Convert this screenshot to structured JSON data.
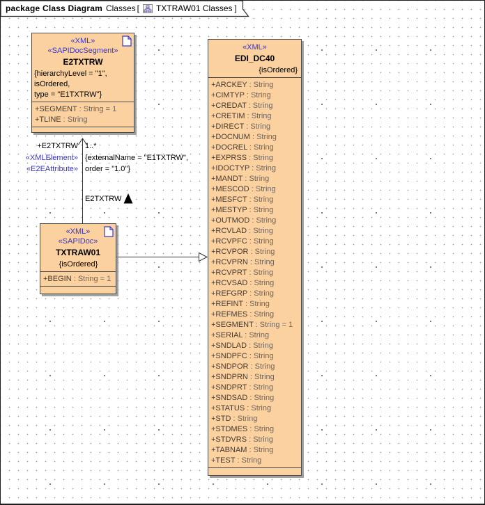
{
  "tab": {
    "kind_label": "package Class Diagram",
    "context_label": "Classes",
    "open_bracket": "[",
    "diagram_name": "TXTRAW01 Classes",
    "close_bracket": "]"
  },
  "colors": {
    "class_fill": "#fbd1a0",
    "class_border": "#4a4a4a",
    "stereotype_text": "#3a35c8",
    "attribute_name_text": "#463a30",
    "attribute_type_text": "#6f655c",
    "edge_line": "#333333"
  },
  "classes": {
    "e2txtrw": {
      "stereotypes": [
        "«XML»",
        "«SAPIDocSegment»"
      ],
      "name": "E2TXTRW",
      "constraint_lines": [
        "{hierarchyLevel = \"1\",",
        "isOrdered,",
        "type = \"E1TXTRW\"}"
      ],
      "attributes": [
        {
          "name": "+SEGMENT",
          "type": " : String = 1"
        },
        {
          "name": "+TLINE",
          "type": " : String"
        }
      ]
    },
    "txtraw01": {
      "stereotypes": [
        "«XML»",
        "«SAPIDoc»"
      ],
      "name": "TXTRAW01",
      "constraint_lines": [
        "{isOrdered}"
      ],
      "attributes": [
        {
          "name": "+BEGIN",
          "type": " : String = 1"
        }
      ]
    },
    "edi_dc40": {
      "stereotypes": [
        "«XML»"
      ],
      "name": "EDI_DC40",
      "constraint_lines": [
        "{isOrdered}"
      ],
      "attributes": [
        {
          "name": "+ARCKEY",
          "type": " : String"
        },
        {
          "name": "+CIMTYP",
          "type": " : String"
        },
        {
          "name": "+CREDAT",
          "type": " : String"
        },
        {
          "name": "+CRETIM",
          "type": " : String"
        },
        {
          "name": "+DIRECT",
          "type": " : String"
        },
        {
          "name": "+DOCNUM",
          "type": " : String"
        },
        {
          "name": "+DOCREL",
          "type": " : String"
        },
        {
          "name": "+EXPRSS",
          "type": " : String"
        },
        {
          "name": "+IDOCTYP",
          "type": " : String"
        },
        {
          "name": "+MANDT",
          "type": " : String"
        },
        {
          "name": "+MESCOD",
          "type": " : String"
        },
        {
          "name": "+MESFCT",
          "type": " : String"
        },
        {
          "name": "+MESTYP",
          "type": " : String"
        },
        {
          "name": "+OUTMOD",
          "type": " : String"
        },
        {
          "name": "+RCVLAD",
          "type": " : String"
        },
        {
          "name": "+RCVPFC",
          "type": " : String"
        },
        {
          "name": "+RCVPOR",
          "type": " : String"
        },
        {
          "name": "+RCVPRN",
          "type": " : String"
        },
        {
          "name": "+RCVPRT",
          "type": " : String"
        },
        {
          "name": "+RCVSAD",
          "type": " : String"
        },
        {
          "name": "+REFGRP",
          "type": " : String"
        },
        {
          "name": "+REFINT",
          "type": " : String"
        },
        {
          "name": "+REFMES",
          "type": " : String"
        },
        {
          "name": "+SEGMENT",
          "type": " : String = 1"
        },
        {
          "name": "+SERIAL",
          "type": " : String"
        },
        {
          "name": "+SNDLAD",
          "type": " : String"
        },
        {
          "name": "+SNDPFC",
          "type": " : String"
        },
        {
          "name": "+SNDPOR",
          "type": " : String"
        },
        {
          "name": "+SNDPRN",
          "type": " : String"
        },
        {
          "name": "+SNDPRT",
          "type": " : String"
        },
        {
          "name": "+SNDSAD",
          "type": " : String"
        },
        {
          "name": "+STATUS",
          "type": " : String"
        },
        {
          "name": "+STD",
          "type": " : String"
        },
        {
          "name": "+STDMES",
          "type": " : String"
        },
        {
          "name": "+STDVRS",
          "type": " : String"
        },
        {
          "name": "+TABNAM",
          "type": " : String"
        },
        {
          "name": "+TEST",
          "type": " : String"
        }
      ]
    }
  },
  "associations": {
    "txtraw01_e2txtrw": {
      "role_name": "+E2TXTRW",
      "multiplicity": "1..*",
      "stereotype_1": "«XMLElement»",
      "stereotype_2": "«E2EAttribute»",
      "constraint_line_1": "{externalName = \"E1TXTRW\",",
      "constraint_line_2": "order = \"1.0\"}",
      "assoc_name": "E2TXTRW"
    }
  }
}
